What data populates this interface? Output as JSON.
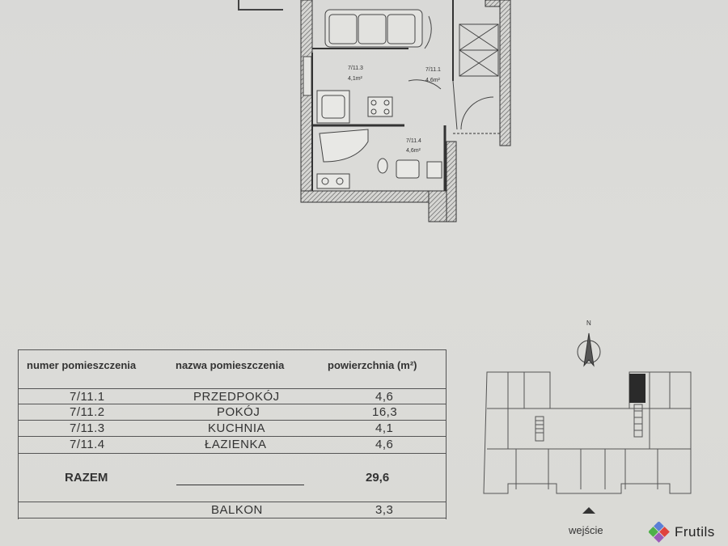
{
  "plan": {
    "rooms": [
      {
        "id": "7/11.3",
        "area": "4,1m²"
      },
      {
        "id": "7/11.1",
        "area": "4,6m²"
      },
      {
        "id": "7/11.4",
        "area": "4,6m²"
      }
    ]
  },
  "table": {
    "headers": [
      "numer pomieszczenia",
      "nazwa pomieszczenia",
      "powierzchnia (m²)"
    ],
    "rows": [
      {
        "number": "7/11.1",
        "name": "PRZEDPOKÓJ",
        "area": "4,6"
      },
      {
        "number": "7/11.2",
        "name": "POKÓJ",
        "area": "16,3"
      },
      {
        "number": "7/11.3",
        "name": "KUCHNIA",
        "area": "4,1"
      },
      {
        "number": "7/11.4",
        "name": "ŁAZIENKA",
        "area": "4,6"
      }
    ],
    "total": {
      "label": "RAZEM",
      "area": "29,6"
    },
    "balcony": {
      "name": "BALKON",
      "area": "3,3"
    }
  },
  "site_plan": {
    "compass_letter": "N",
    "entrance_label": "wejście"
  },
  "logo": {
    "text": "Frutils"
  }
}
